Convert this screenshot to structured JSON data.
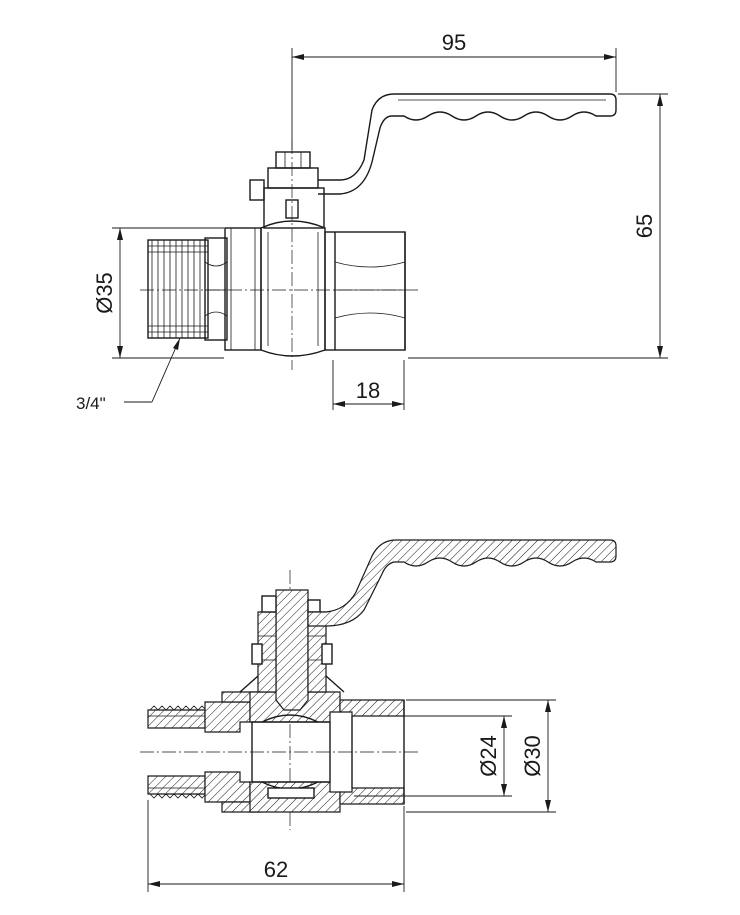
{
  "dimensions": {
    "handle_length": "95",
    "height": "65",
    "outer_diameter": "Ø35",
    "thread_size": "3/4\"",
    "socket_depth": "18",
    "body_length": "62",
    "bore_diameter": "Ø24",
    "socket_diameter": "Ø30"
  }
}
